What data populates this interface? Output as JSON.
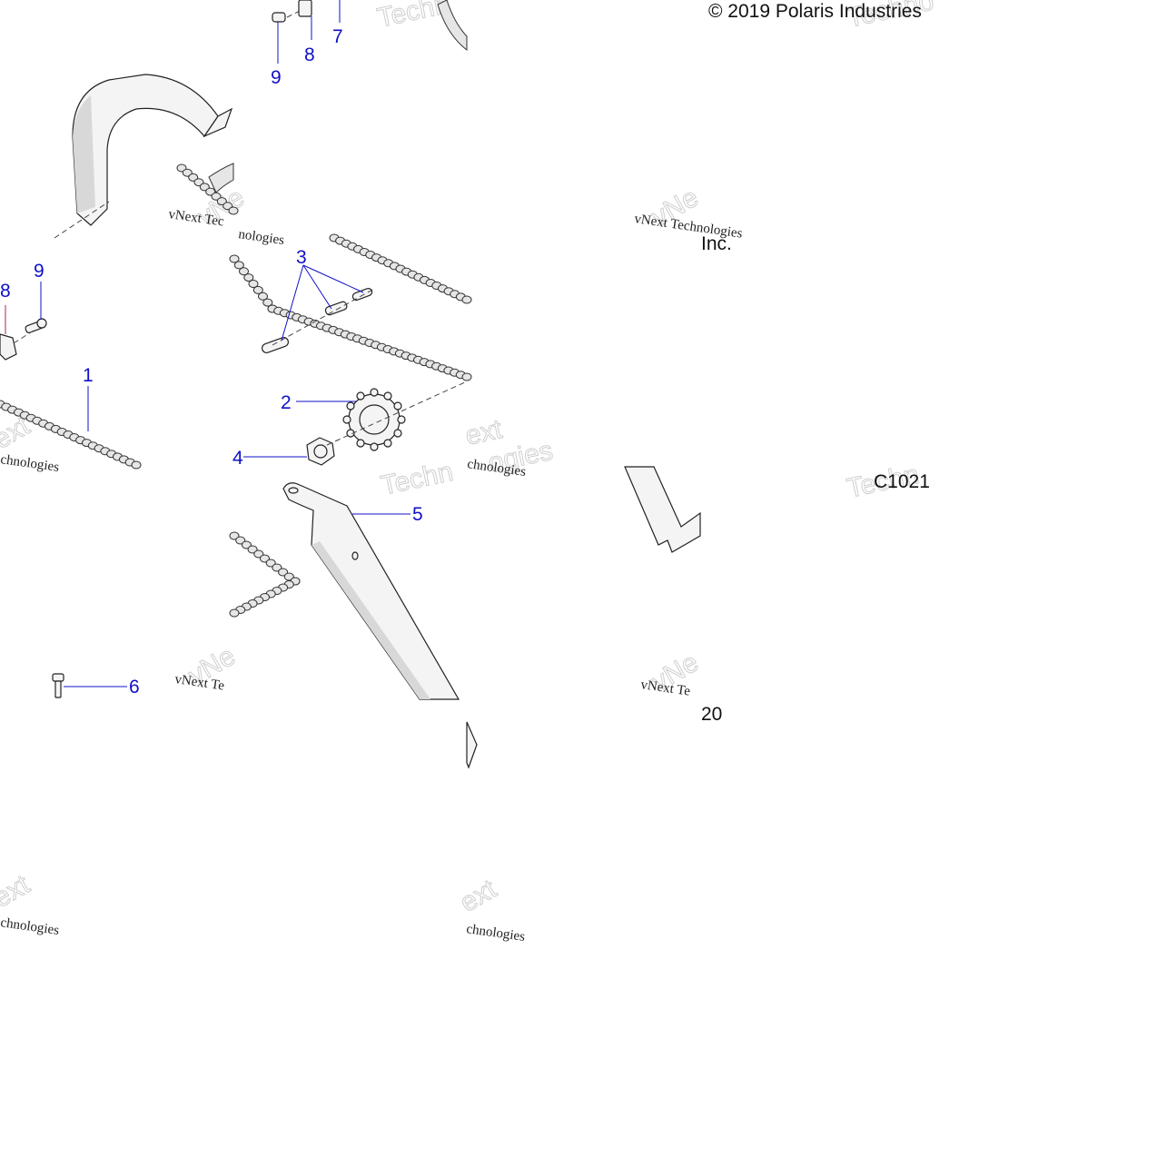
{
  "copyright": "© 2019 Polaris Industries",
  "copyright_tail": "Inc.",
  "drawing_code": "C1021",
  "page_fragment": "20",
  "watermark": {
    "line": "vNext Technologies",
    "frag_tech": "Techn",
    "frag_tech2": "Techno",
    "frag_ext": "ext",
    "frag_ies": "ogies",
    "frag_vn": "vNe",
    "frag_hno": "chnologies",
    "frag_te": "vNext Te",
    "frag_tec": "vNext Tec",
    "frag_nologies": "nologies"
  },
  "callouts": {
    "c1": "1",
    "c2": "2",
    "c3": "3",
    "c4": "4",
    "c5": "5",
    "c6": "6",
    "c7": "7",
    "c8": "8",
    "c9": "9"
  }
}
